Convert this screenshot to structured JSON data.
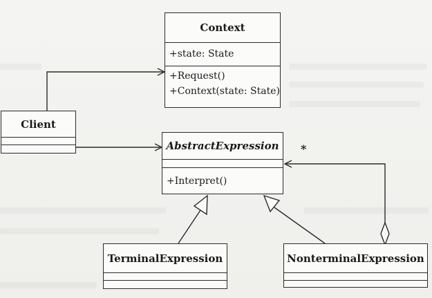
{
  "classes": {
    "context": {
      "name": "Context",
      "attributes": [
        "+state: State"
      ],
      "operations": [
        "+Request()",
        "+Context(state: State)"
      ]
    },
    "client": {
      "name": "Client"
    },
    "abstract_expression": {
      "name": "AbstractExpression",
      "operations": [
        "+Interpret()"
      ]
    },
    "terminal_expression": {
      "name": "TerminalExpression"
    },
    "nonterminal_expression": {
      "name": "NonterminalExpression"
    }
  },
  "aggregation": {
    "multiplicity": "*"
  }
}
